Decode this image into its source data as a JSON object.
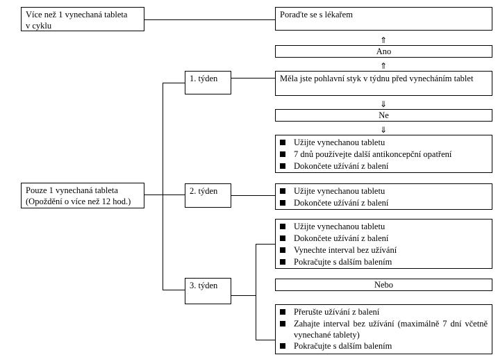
{
  "top_left": {
    "line1": "Více než 1 vynechaná tableta",
    "line2": "v cyklu"
  },
  "top_right": "Poraďte se s lékařem",
  "ano": "Ano",
  "question": "Měla jste pohlavní styk v týdnu před vynecháním tablet",
  "ne": "Ne",
  "main": {
    "line1": "Pouze 1 vynechaná tableta",
    "line2": "(Opoždění o více než 12 hod.)"
  },
  "week1": "1. týden",
  "week2": "2. týden",
  "week3": "3. týden",
  "list_week1": [
    "Užijte vynechanou tabletu",
    "7 dnů používejte další antikoncepční opatření",
    "Dokončete užívání z balení"
  ],
  "list_week2": [
    "Užijte vynechanou tabletu",
    "Dokončete užívání z balení"
  ],
  "list_week3a": [
    "Užijte vynechanou tabletu",
    "Dokončete užívání z balení",
    "Vynechte interval bez užívání",
    "Pokračujte s dalším balením"
  ],
  "nebo": "Nebo",
  "list_week3b": [
    "Přerušte užívání z balení",
    "Zahajte interval bez užívání (maximálně 7 dní včetně vynechané tablety)",
    "Pokračujte s dalším balením"
  ],
  "arrows": {
    "up": "⇑",
    "down": "⇓"
  }
}
